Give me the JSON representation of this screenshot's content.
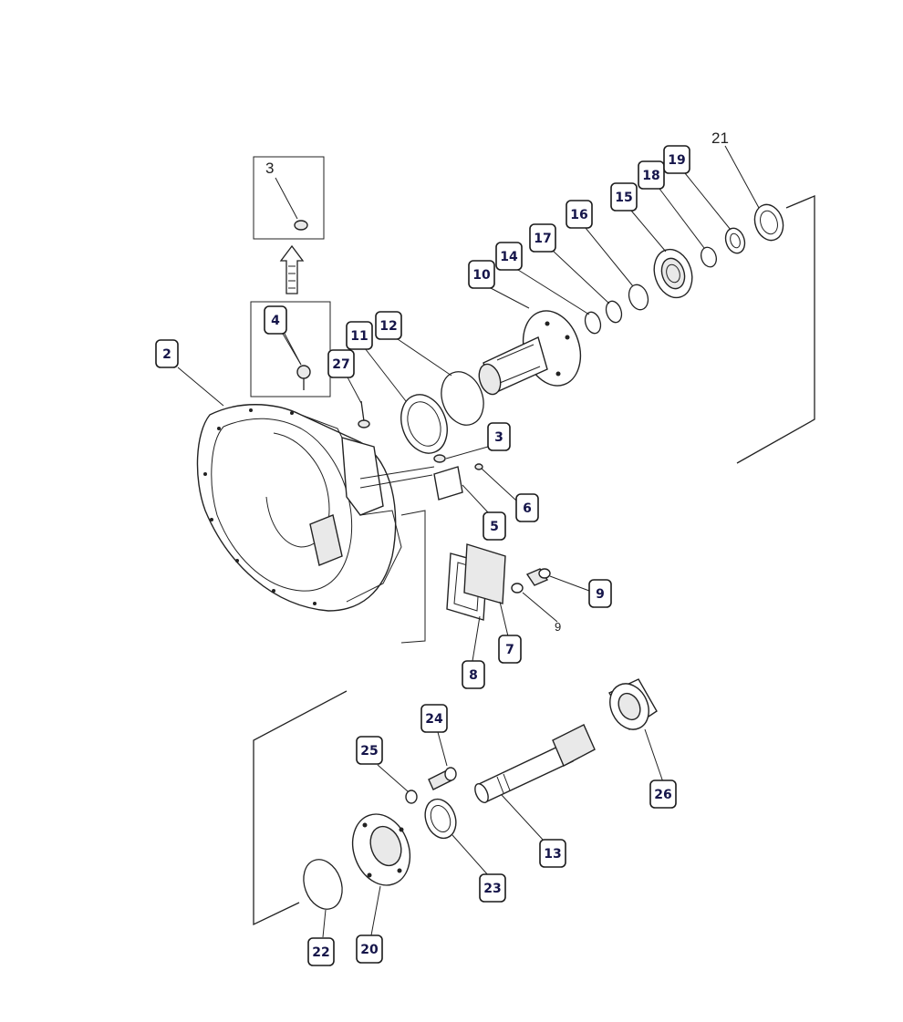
{
  "callouts": [
    {
      "id": "c2",
      "label": "2"
    },
    {
      "id": "c4",
      "label": "4"
    },
    {
      "id": "c11",
      "label": "11"
    },
    {
      "id": "c12",
      "label": "12"
    },
    {
      "id": "c27",
      "label": "27"
    },
    {
      "id": "c10",
      "label": "10"
    },
    {
      "id": "c14",
      "label": "14"
    },
    {
      "id": "c17",
      "label": "17"
    },
    {
      "id": "c16",
      "label": "16"
    },
    {
      "id": "c15",
      "label": "15"
    },
    {
      "id": "c18",
      "label": "18"
    },
    {
      "id": "c19",
      "label": "19"
    },
    {
      "id": "c3",
      "label": "3"
    },
    {
      "id": "c6",
      "label": "6"
    },
    {
      "id": "c5",
      "label": "5"
    },
    {
      "id": "c9",
      "label": "9"
    },
    {
      "id": "c7",
      "label": "7"
    },
    {
      "id": "c8",
      "label": "8"
    },
    {
      "id": "c24",
      "label": "24"
    },
    {
      "id": "c25",
      "label": "25"
    },
    {
      "id": "c26",
      "label": "26"
    },
    {
      "id": "c13",
      "label": "13"
    },
    {
      "id": "c23",
      "label": "23"
    },
    {
      "id": "c22",
      "label": "22"
    },
    {
      "id": "c20",
      "label": "20"
    }
  ],
  "plain_labels": {
    "inset_3": "3",
    "label_21": "21",
    "label_9_small": "9"
  }
}
